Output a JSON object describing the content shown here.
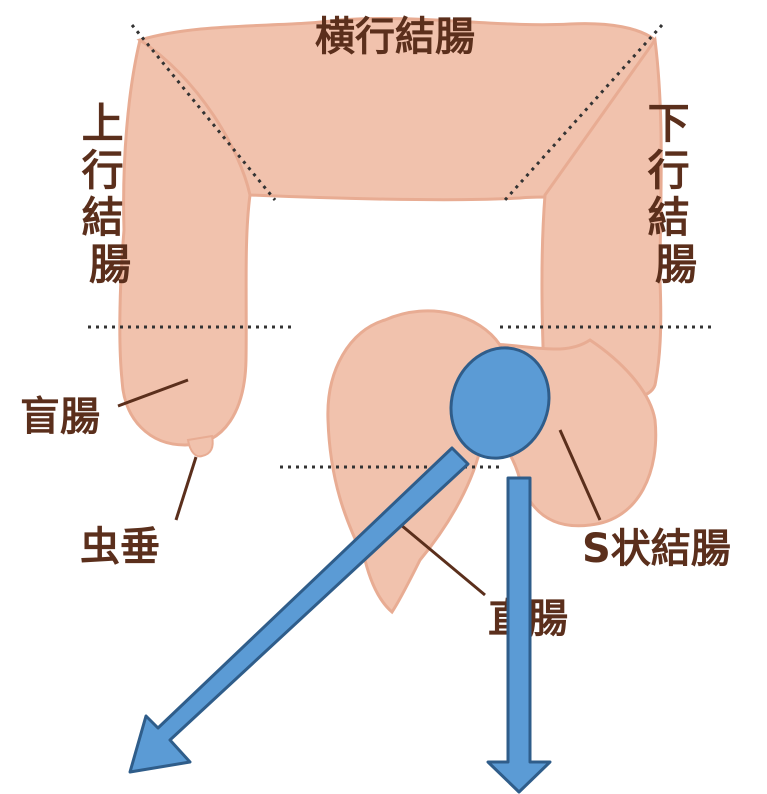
{
  "labels": {
    "transverse_colon": "横行結腸",
    "ascending_colon": "上行結腸",
    "descending_colon": "下行結腸",
    "cecum": "盲腸",
    "appendix": "虫垂",
    "sigmoid_colon": "S状結腸",
    "rectum": "直腸"
  },
  "colors": {
    "colon_fill": "#f1c2ad",
    "colon_outline": "#e8ac93",
    "label_text": "#5b2f1c",
    "leader_line": "#5b2f1c",
    "dotted_line": "#333333",
    "marker_fill": "#5b9bd5",
    "marker_stroke": "#2f5d8a"
  }
}
